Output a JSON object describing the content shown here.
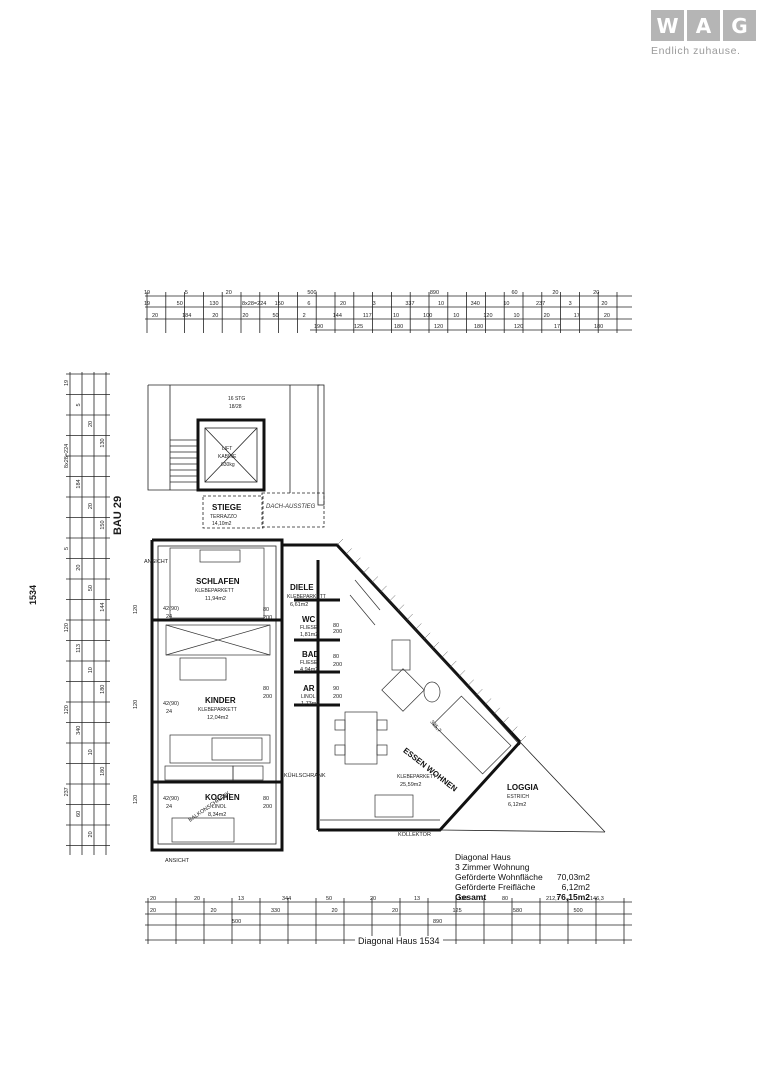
{
  "logo": {
    "letters": [
      "W",
      "A",
      "G"
    ],
    "slogan": "Endlich zuhause."
  },
  "plan": {
    "side_total": "1534",
    "bau_label": "BAU 29",
    "footer_total": "Diagonal Haus 1534",
    "stair_box": {
      "label": "STIEGE",
      "sub": "TERRAZZO",
      "area": "14,10m2"
    },
    "stair_steps": "16 STG",
    "stair_dims": "18/28",
    "lift": {
      "label": "LIFT",
      "sub": "KABINE",
      "area": "630kg"
    },
    "dach_note": "DACH-AUSSTIEG",
    "rooms": [
      {
        "key": "schlafen",
        "name": "SCHLAFEN",
        "floor": "KLEBEPARKETT",
        "area": "11,94m2"
      },
      {
        "key": "diele",
        "name": "DIELE",
        "floor": "KLEBEPARKETT",
        "area": "6,61m2"
      },
      {
        "key": "wc",
        "name": "WC",
        "floor": "FLIESE",
        "area": "1,81m2"
      },
      {
        "key": "bad",
        "name": "BAD",
        "floor": "FLIESE",
        "area": "4,94m2"
      },
      {
        "key": "ar",
        "name": "AR",
        "floor": "LINOL",
        "area": "1,73m2"
      },
      {
        "key": "kinder",
        "name": "KINDER",
        "floor": "KLEBEPARKETT",
        "area": "12,04m2"
      },
      {
        "key": "kochen",
        "name": "KOCHEN",
        "floor": "LINOL",
        "area": "8,34m2"
      },
      {
        "key": "essen",
        "name": "ESSEN WOHNEN",
        "floor": "KLEBEPARKETT",
        "area": "25,59m2"
      },
      {
        "key": "loggia",
        "name": "LOGGIA",
        "floor": "ESTRICH",
        "area": "6,12m2"
      }
    ],
    "top_dims_row1": [
      "19",
      "5",
      "20",
      "",
      "500",
      "",
      "",
      "890",
      "",
      "60",
      "20",
      "20"
    ],
    "top_dims_row2": [
      "19",
      "50",
      "130",
      "8x28=224",
      "150",
      "6",
      "20",
      "3",
      "337",
      "10",
      "340",
      "10",
      "237",
      "3",
      "20"
    ],
    "top_dims_row3": [
      "20",
      "184",
      "20",
      "20",
      "50",
      "2",
      "144",
      "117",
      "10",
      "100",
      "10",
      "120",
      "10",
      "20",
      "17",
      "20"
    ],
    "top_dims_row4": [
      "190",
      "125",
      "180",
      "120",
      "180",
      "120",
      "17",
      "180"
    ],
    "bottom_dims_row1": [
      "20",
      "20",
      "13",
      "344",
      "50",
      "20",
      "13",
      "130",
      "80",
      "212,7",
      "146,3"
    ],
    "bottom_dims_row2": [
      "20",
      "20",
      "330",
      "20",
      "20",
      "125",
      "580",
      "500"
    ],
    "bottom_dims_row3": [
      "500",
      "890"
    ],
    "left_dims": [
      "19",
      "5",
      "20",
      "130",
      "8x28=224",
      "184",
      "20",
      "150",
      "5",
      "20",
      "50",
      "144",
      "120",
      "113",
      "10",
      "180",
      "120",
      "340",
      "10",
      "180",
      "237",
      "60",
      "20"
    ],
    "window_labels": [
      "42(90)",
      "24",
      "120",
      "42(90)",
      "24",
      "120",
      "42(90)",
      "24",
      "120"
    ],
    "door_labels": [
      "80",
      "200",
      "80",
      "200",
      "80",
      "200",
      "80",
      "200",
      "90",
      "200",
      "80",
      "200"
    ],
    "misc_labels": [
      "ANSICHT",
      "KÜHLSCHRANK",
      "KOLLEKTOR",
      "ANSICHT",
      "BALKONSCHRANK",
      "325,7"
    ]
  },
  "summary": {
    "title": "Diagonal Haus",
    "subtitle": "3 Zimmer Wohnung",
    "rows": [
      {
        "label": "Geförderte Wohnfläche",
        "value": "70,03m2"
      },
      {
        "label": "Geförderte Freifläche",
        "value": "6,12m2"
      },
      {
        "label": "Gesamt",
        "value": "76,15m2"
      }
    ]
  }
}
